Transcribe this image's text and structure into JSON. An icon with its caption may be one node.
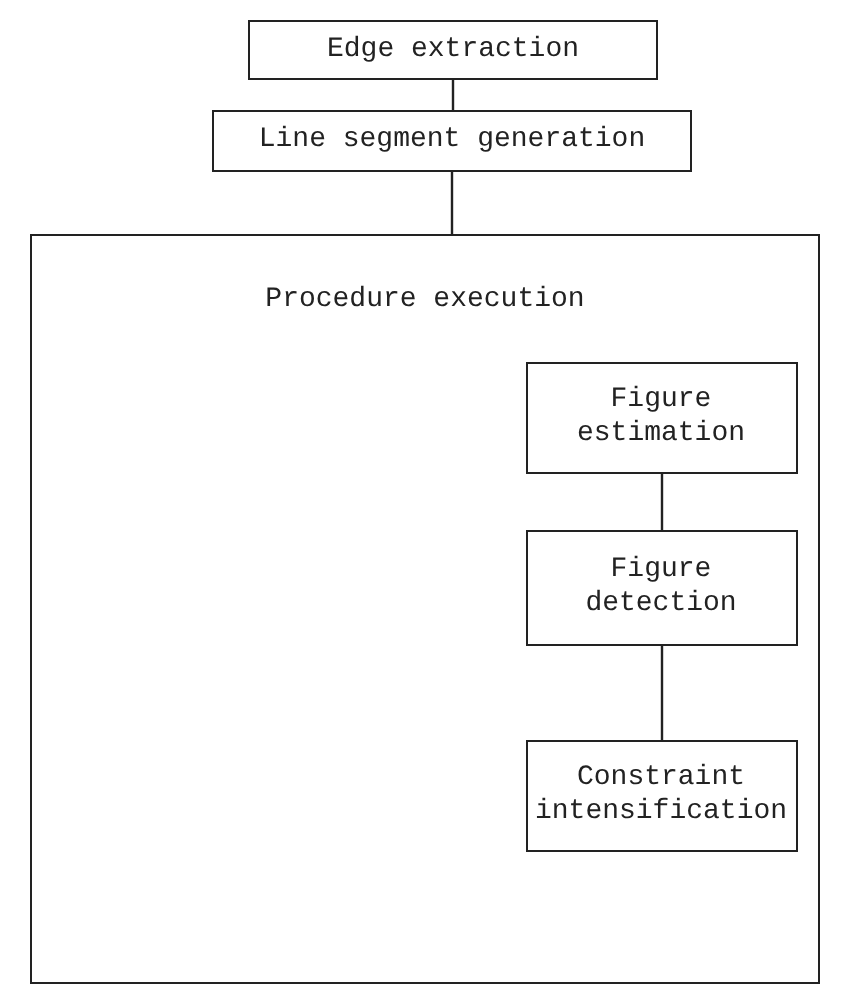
{
  "diagram": {
    "nodes": [
      {
        "text": [
          "Edge extraction"
        ]
      },
      {
        "text": [
          "Line segment generation"
        ]
      },
      {
        "text": [
          "Procedure execution"
        ]
      },
      {
        "text": [
          "Figure estimation"
        ],
        "in": 2
      },
      {
        "text": [
          "Figure detection"
        ],
        "in": 2
      },
      {
        "text": [
          "Constraint intensification"
        ],
        "in": 2
      }
    ],
    "edges": [
      {
        "from": 0,
        "to": 1,
        "arrow": "none"
      },
      {
        "from": 1,
        "to": 2,
        "arrow": "none"
      },
      {
        "from": 3,
        "to": 4,
        "arrow": "none"
      },
      {
        "from": 4,
        "to": 5,
        "arrow": "none"
      }
    ]
  }
}
